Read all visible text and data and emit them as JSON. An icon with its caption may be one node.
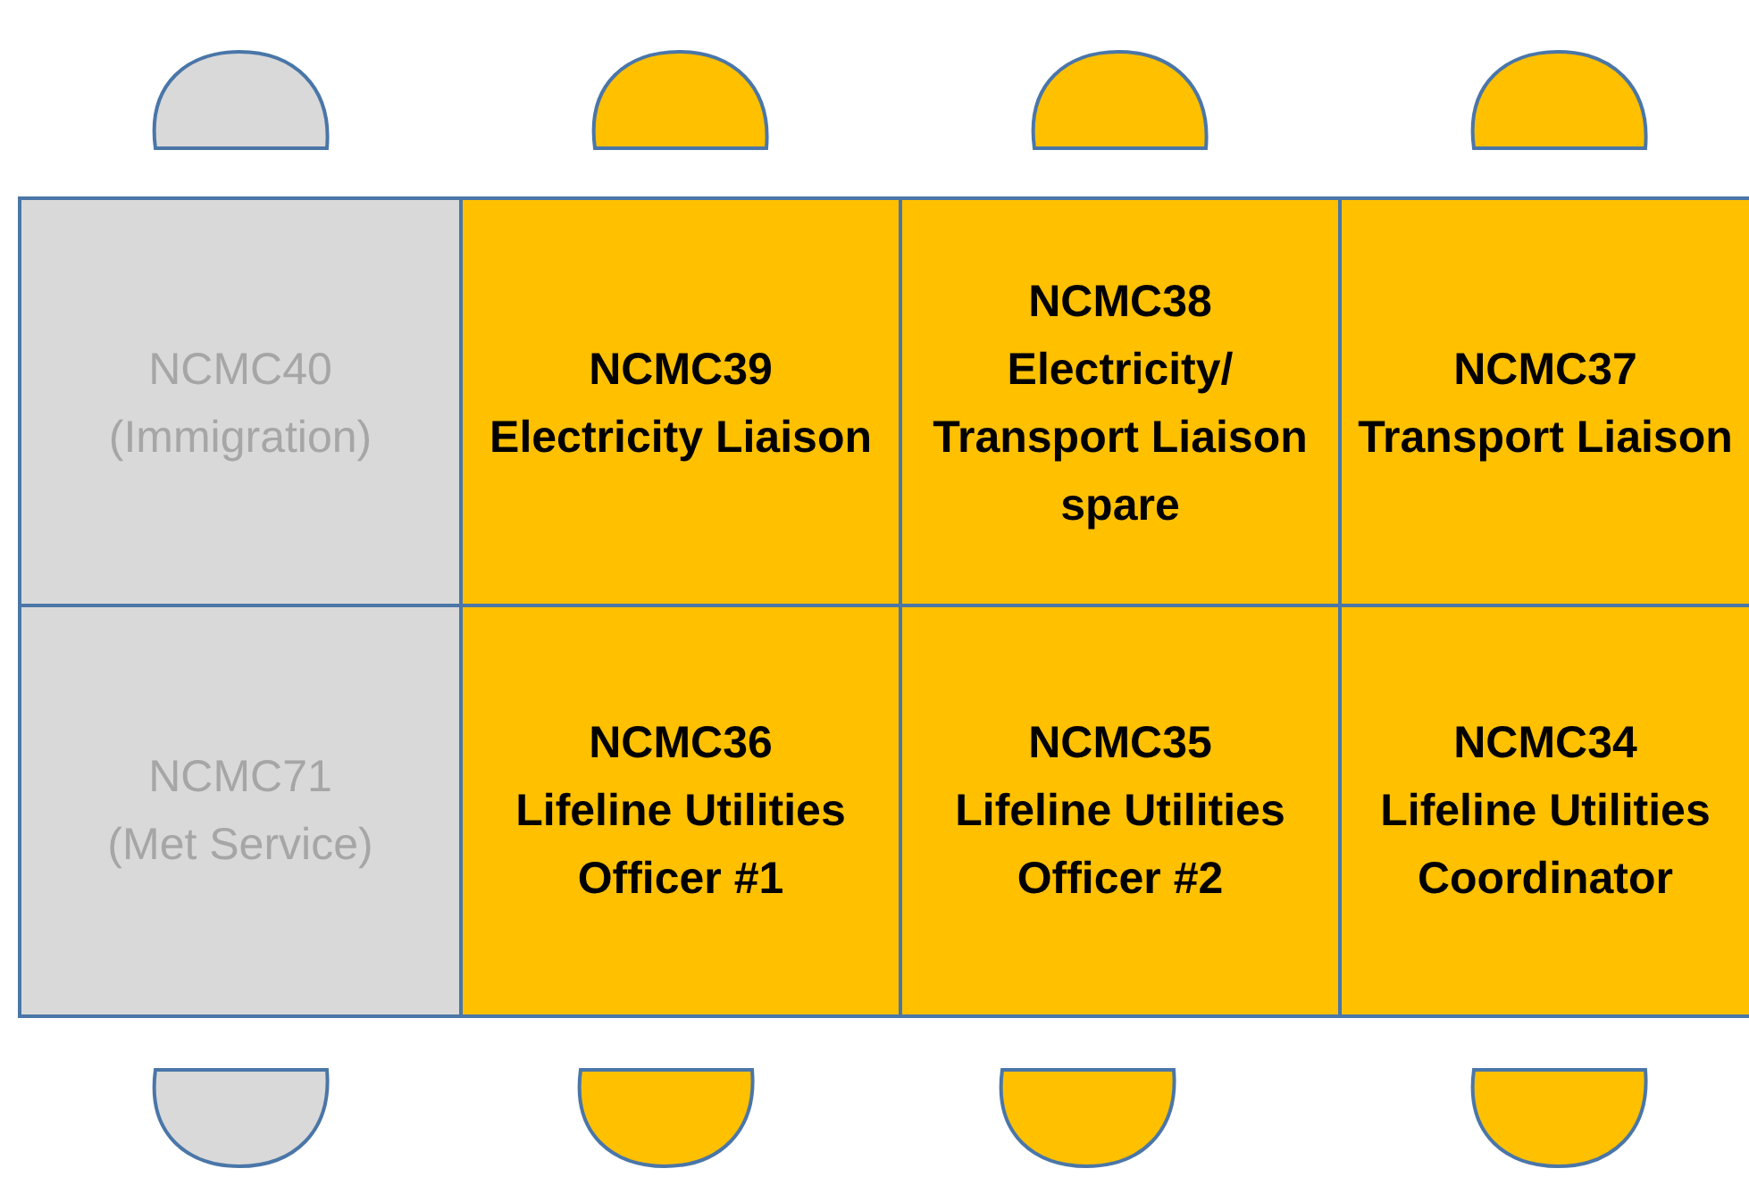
{
  "diagram": {
    "nodes": [
      {
        "text": [
          "NCMC40",
          "(Immigration)"
        ]
      },
      {
        "text": [
          "NCMC39",
          "Electricity Liaison"
        ]
      },
      {
        "text": [
          "NCMC38",
          "Electricity/ Transport Liaison spare"
        ]
      },
      {
        "text": [
          "NCMC37",
          "Transport Liaison"
        ]
      },
      {
        "text": [
          "NCMC71",
          "(Met Service)"
        ]
      },
      {
        "text": [
          "NCMC36",
          "Lifeline Utilities Officer #1"
        ]
      },
      {
        "text": [
          "NCMC35",
          "Lifeline Utilities Officer #2"
        ]
      },
      {
        "text": [
          "NCMC34",
          "Lifeline Utilities Coordinator"
        ]
      }
    ]
  }
}
